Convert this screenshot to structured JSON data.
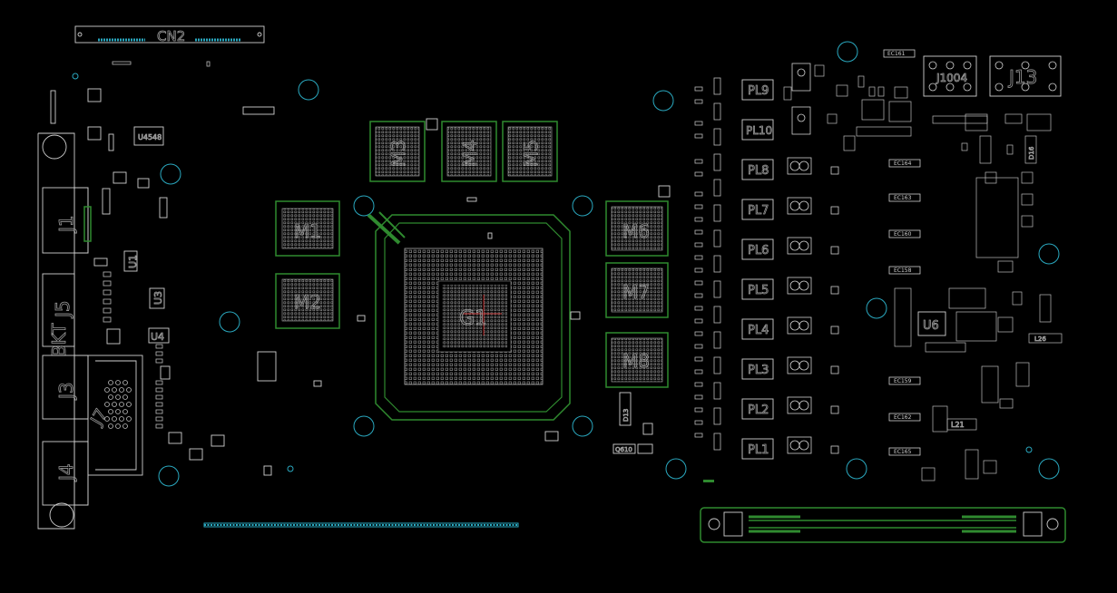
{
  "board": {
    "background": "#000000",
    "silkscreen_color": "#cfcfcf",
    "copper_color": "#2f8a2f",
    "hole_color": "#2aa8bf",
    "gpu_label": "G1",
    "memory_labels": [
      "M1",
      "M2",
      "M3",
      "M4",
      "M5",
      "M6",
      "M7",
      "M8"
    ],
    "connector_labels": [
      "CN2",
      "J1",
      "J3",
      "J4",
      "J7",
      "BKT",
      "J5",
      "J13",
      "J1004"
    ],
    "ic_labels": [
      "U1",
      "U3",
      "U4",
      "U6",
      "U4548"
    ],
    "inductor_labels": [
      "PL9",
      "PL10",
      "PL8",
      "PL7",
      "PL6",
      "PL5",
      "PL4",
      "PL3",
      "PL2",
      "PL1"
    ],
    "cap_labels": [
      "EC161",
      "EC164",
      "EC163",
      "EC160",
      "EC158",
      "EC159",
      "EC162",
      "EC165"
    ],
    "misc_labels": [
      "L21",
      "L26",
      "Q610",
      "D13",
      "D16"
    ]
  }
}
